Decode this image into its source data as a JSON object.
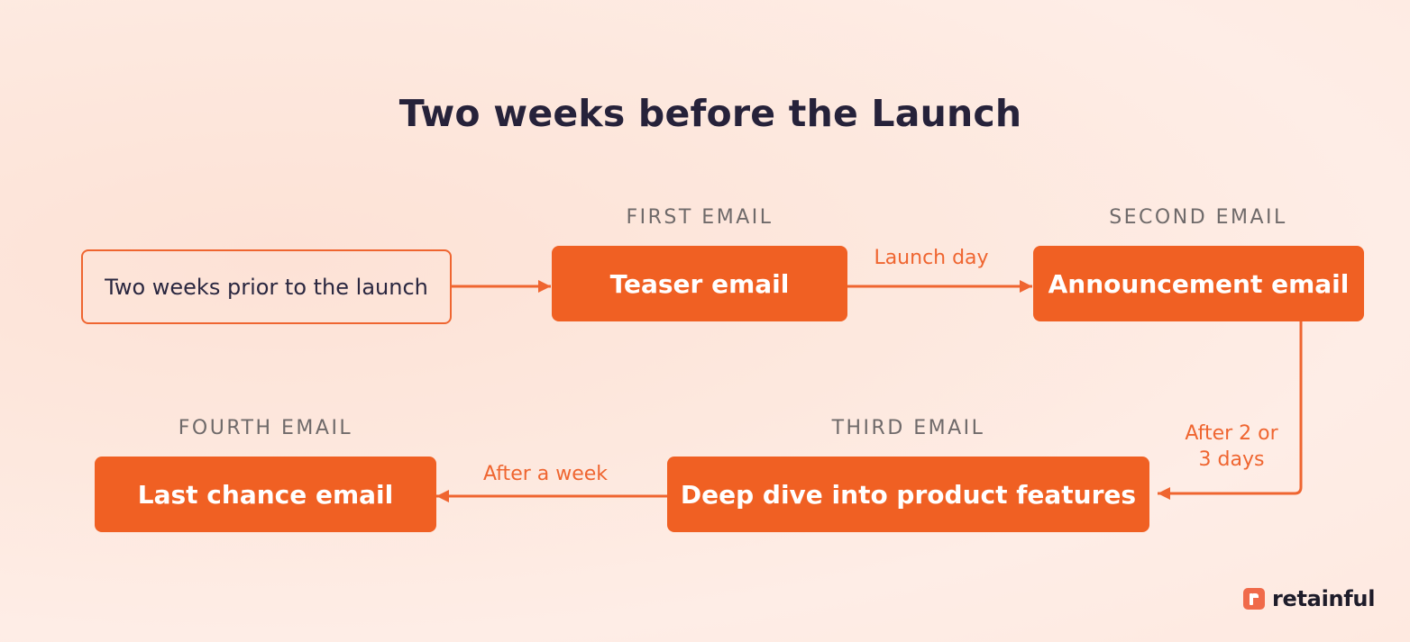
{
  "title": "Two weeks before the Launch",
  "nodes": {
    "start": {
      "text": "Two weeks prior to the launch"
    },
    "first": {
      "label": "FIRST EMAIL",
      "text": "Teaser email"
    },
    "second": {
      "label": "SECOND EMAIL",
      "text": "Announcement email"
    },
    "third": {
      "label": "THIRD EMAIL",
      "text": "Deep dive into product features"
    },
    "fourth": {
      "label": "FOURTH EMAIL",
      "text": "Last chance email"
    }
  },
  "edges": {
    "first_to_second": "Launch day",
    "second_to_third_line1": "After 2 or",
    "second_to_third_line2": "3 days",
    "third_to_fourth": "After a week"
  },
  "brand": {
    "name": "retainful",
    "icon": "retainful-logo-icon"
  },
  "colors": {
    "accent": "#f06023",
    "title": "#26223a",
    "label": "#6f6a6a",
    "background": "#fde8de"
  }
}
